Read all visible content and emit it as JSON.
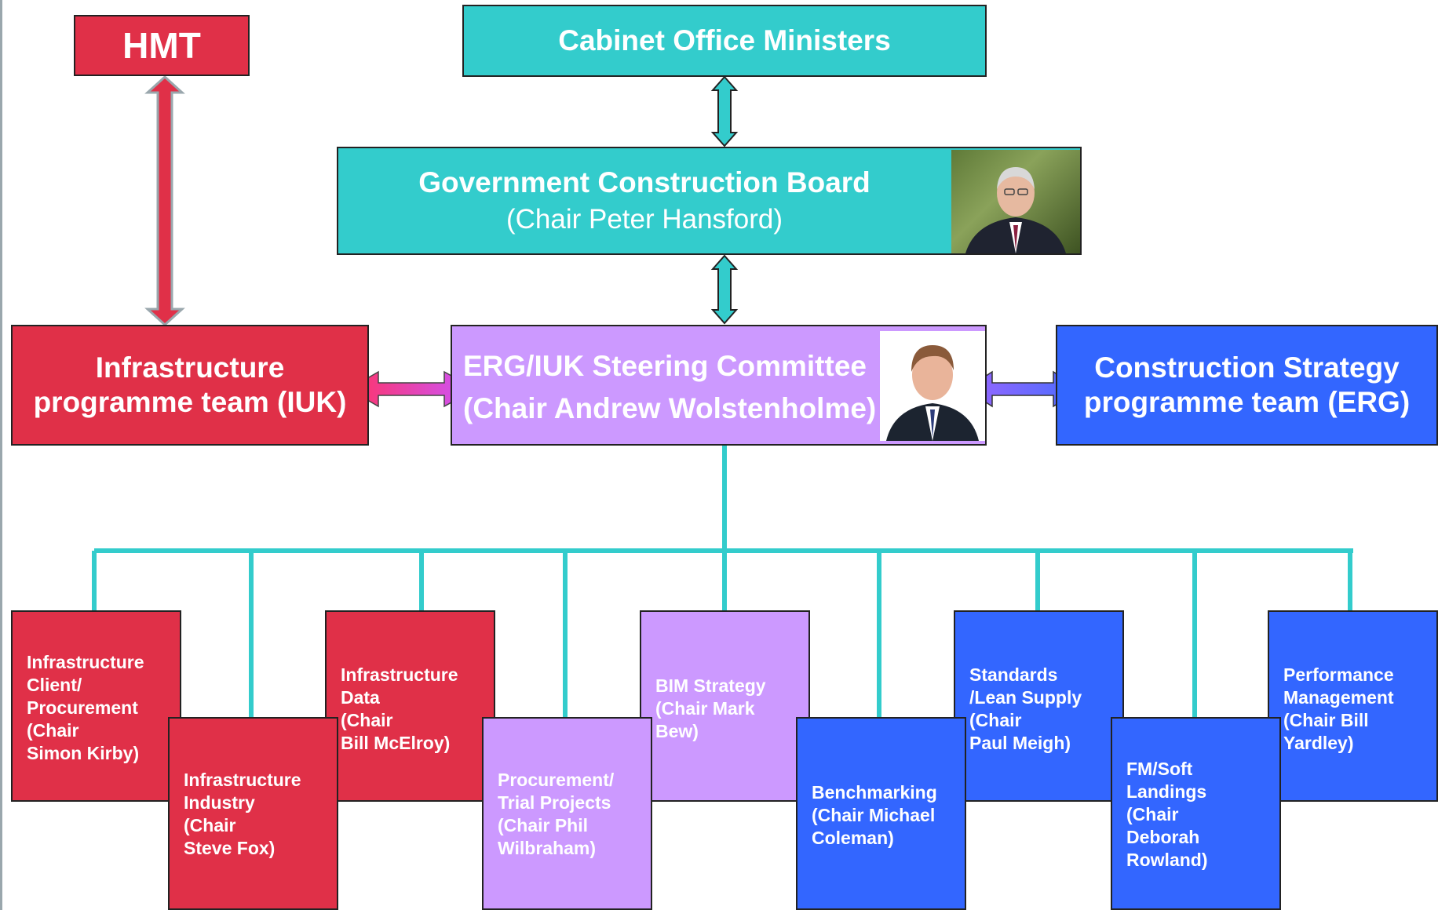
{
  "top": {
    "hmt": "HMT",
    "cabinet": "Cabinet Office Ministers"
  },
  "board": {
    "title": "Government Construction Board",
    "chair": "(Chair Peter Hansford)"
  },
  "middle": {
    "iuk_line1": "Infrastructure",
    "iuk_line2": "programme team (IUK)",
    "steering_line1": "ERG/IUK Steering Committee",
    "steering_line2": "(Chair Andrew Wolstenholme)",
    "erg_line1": "Construction Strategy",
    "erg_line2": "programme team (ERG)"
  },
  "groups": [
    {
      "lines": [
        "Infrastructure",
        "Client/",
        "Procurement",
        "(Chair",
        "Simon Kirby)"
      ]
    },
    {
      "lines": [
        "Infrastructure",
        "Industry",
        "(Chair",
        "Steve Fox)"
      ]
    },
    {
      "lines": [
        "Infrastructure",
        "Data",
        "(Chair",
        "Bill McElroy)"
      ]
    },
    {
      "lines": [
        "Procurement/",
        "Trial Projects",
        "(Chair Phil",
        "Wilbraham)"
      ]
    },
    {
      "lines": [
        "BIM Strategy",
        "(Chair Mark",
        "Bew)"
      ]
    },
    {
      "lines": [
        "Benchmarking",
        "(Chair Michael",
        "Coleman)"
      ]
    },
    {
      "lines": [
        "Standards",
        "/Lean Supply",
        "(Chair",
        "Paul Meigh)"
      ]
    },
    {
      "lines": [
        "FM/Soft",
        "Landings",
        "(Chair",
        "Deborah",
        "Rowland)"
      ]
    },
    {
      "lines": [
        "Performance",
        "Management",
        "(Chair Bill",
        "Yardley)"
      ]
    }
  ],
  "colors": {
    "red": "#e03048",
    "teal": "#33cccc",
    "lilac": "#cc99ff",
    "blue": "#3366ff"
  }
}
